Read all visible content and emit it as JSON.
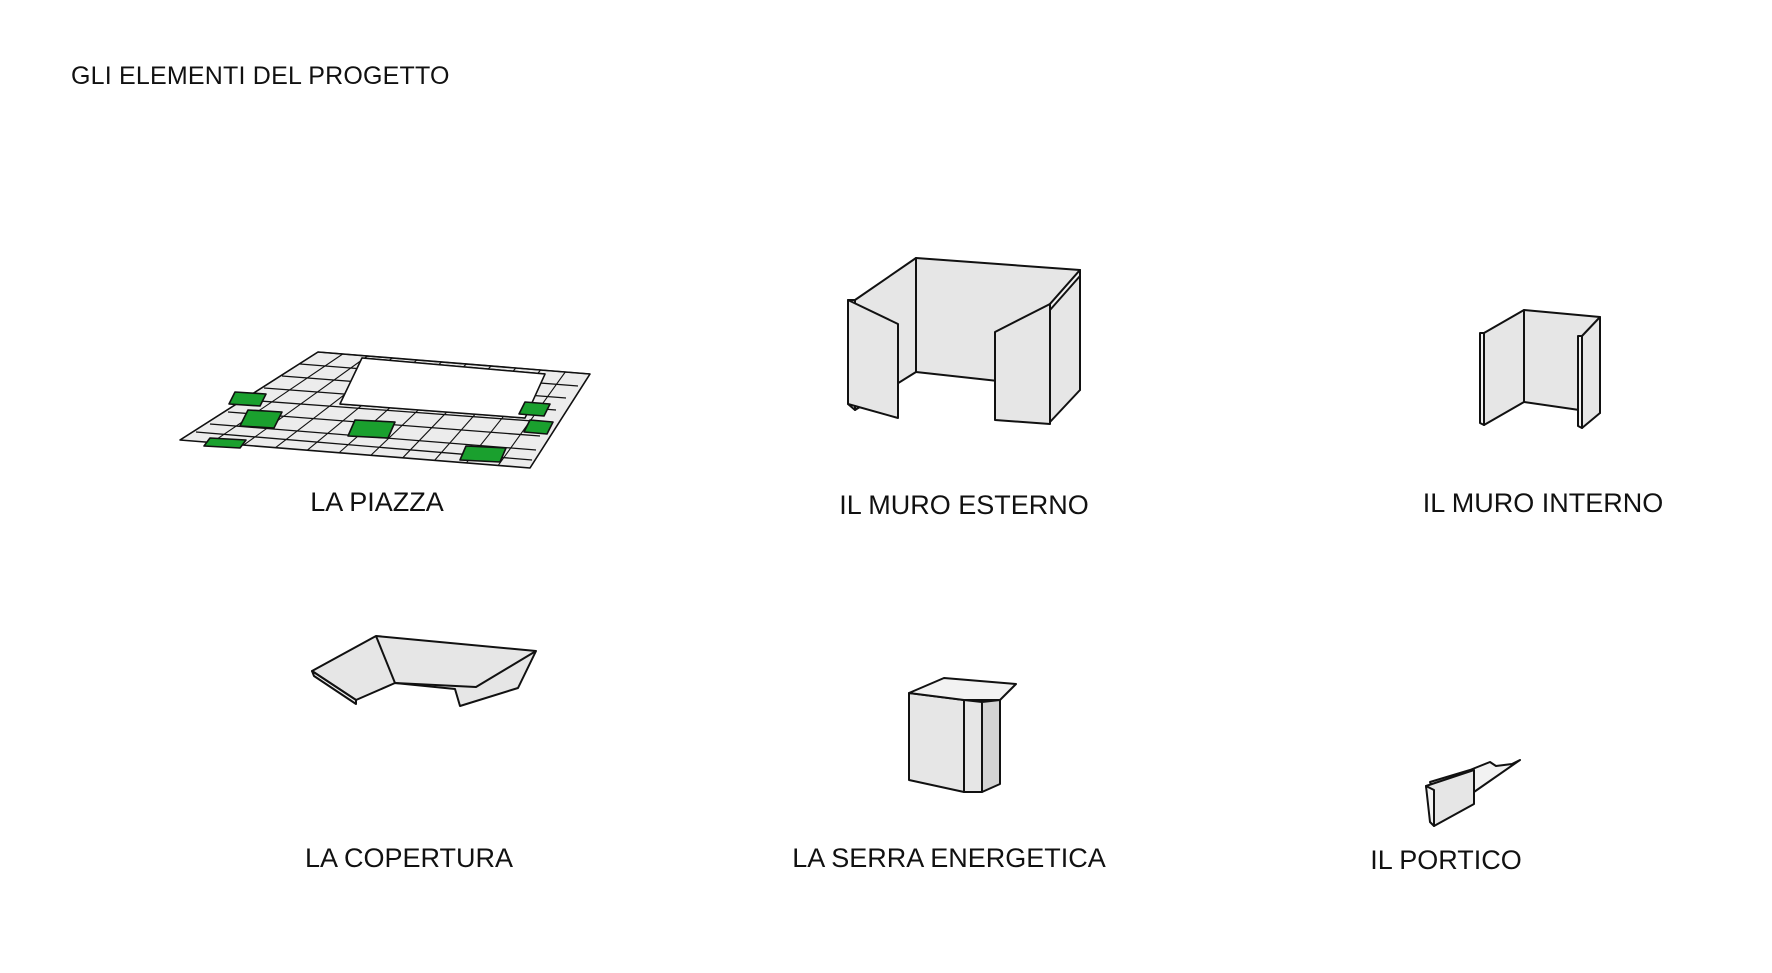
{
  "title": "GLI ELEMENTI DEL PROGETTO",
  "elements": [
    {
      "label": "LA PIAZZA",
      "icon": "piazza-paving-icon"
    },
    {
      "label": "IL MURO ESTERNO",
      "icon": "outer-wall-icon"
    },
    {
      "label": "IL MURO INTERNO",
      "icon": "inner-wall-icon"
    },
    {
      "label": "LA COPERTURA",
      "icon": "roof-icon"
    },
    {
      "label": "LA SERRA ENERGETICA",
      "icon": "greenhouse-icon"
    },
    {
      "label": "IL PORTICO",
      "icon": "portico-icon"
    }
  ],
  "colors": {
    "green_tile": "#1aa02e",
    "surface": "#e6e6e6",
    "line": "#111111"
  }
}
